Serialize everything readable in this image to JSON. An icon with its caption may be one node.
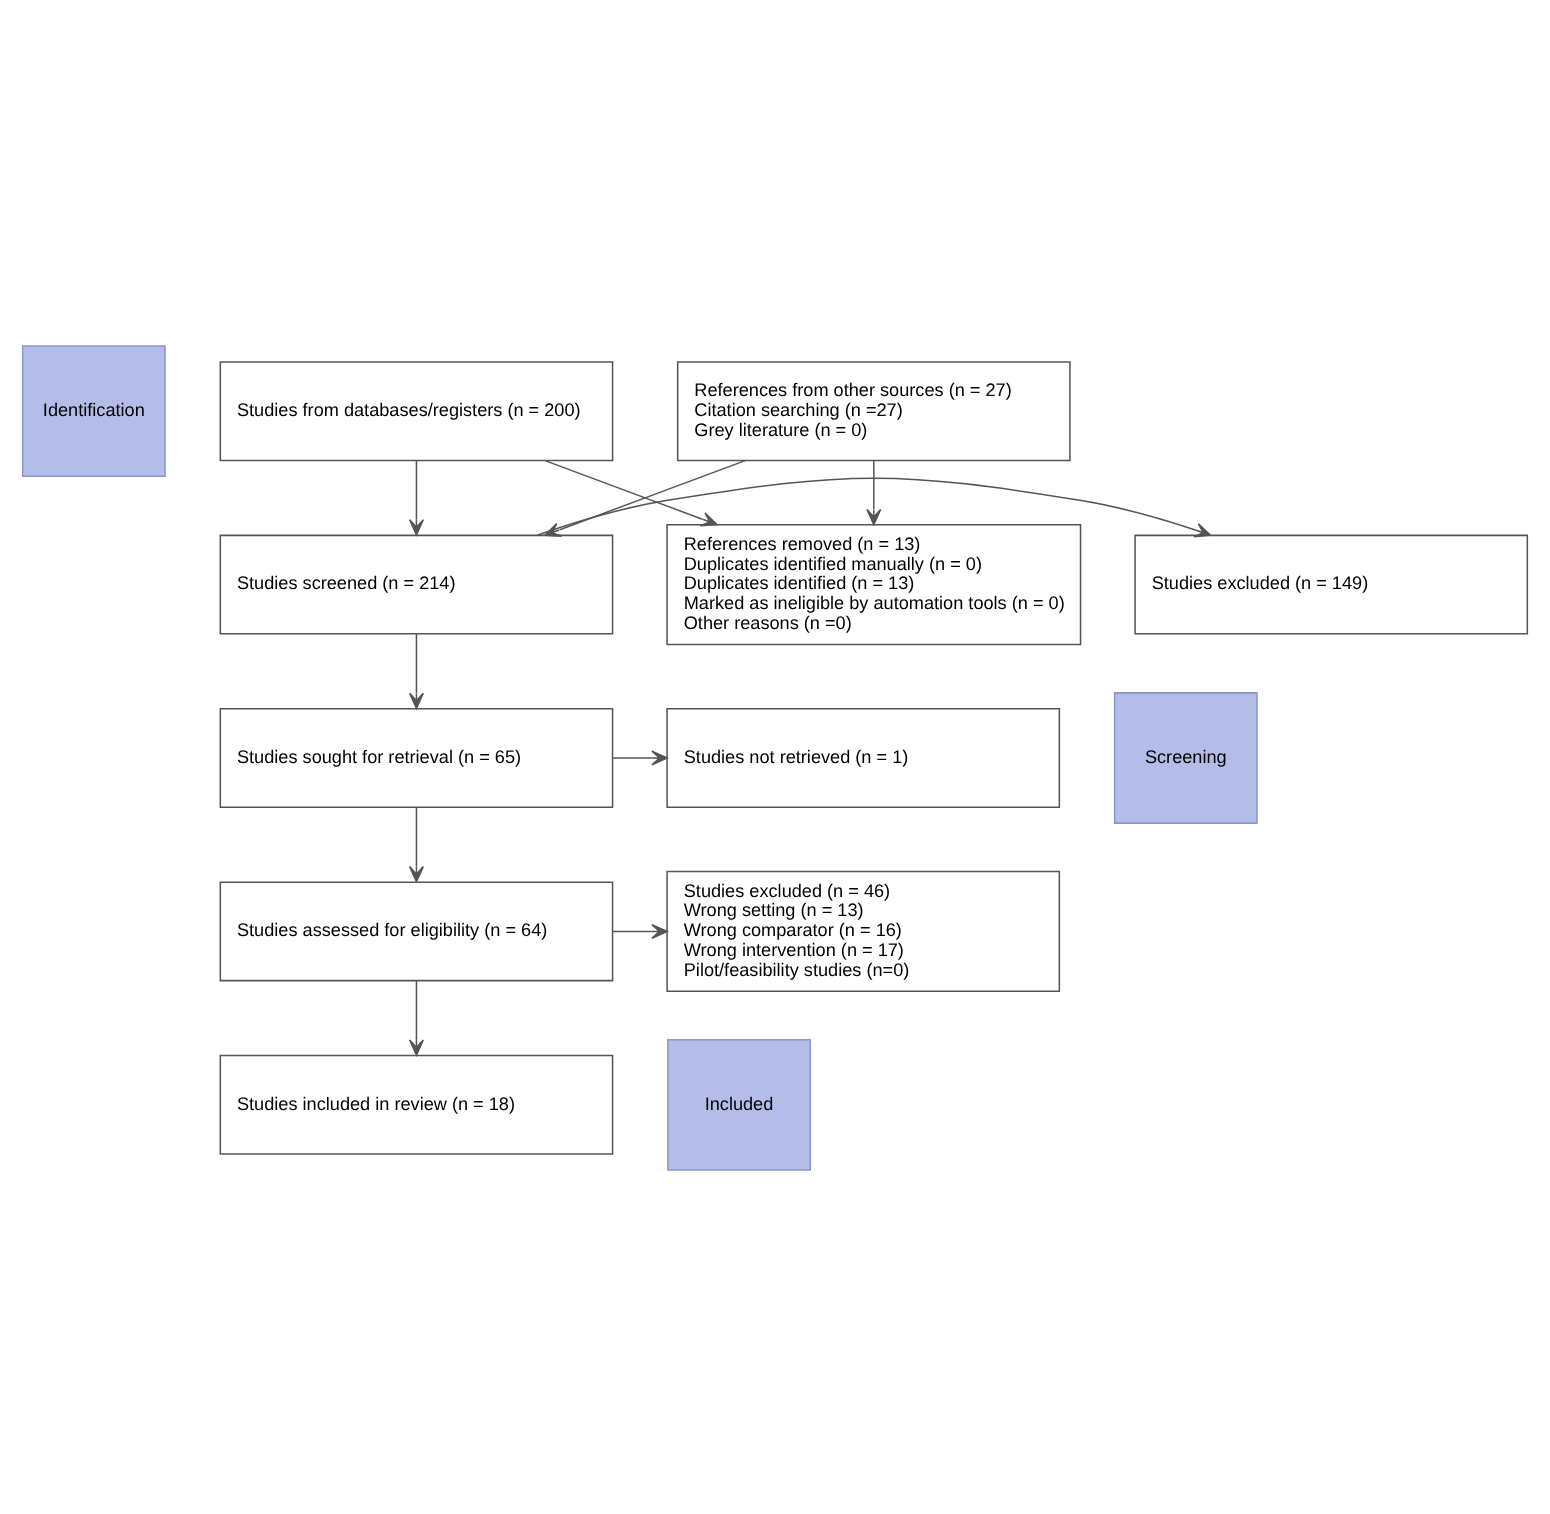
{
  "diagram": {
    "nodes": [
      {
        "text": [
          "Identification"
        ]
      },
      {
        "text": [
          "Studies from databases/registers (n = 200)"
        ]
      },
      {
        "text": [
          "References from other sources (n = 27)",
          "Citation searching (n =27)",
          "Grey literature (n = 0)"
        ]
      },
      {
        "text": [
          "References removed (n = 13)",
          "Duplicates identified manually (n = 0)",
          "Duplicates identified (n = 13)",
          "Marked as ineligible by automation tools (n = 0)",
          "Other reasons (n =0)"
        ]
      },
      {
        "text": [
          "Screening"
        ]
      },
      {
        "text": [
          "Studies screened (n = 214)"
        ]
      },
      {
        "text": [
          "Studies excluded (n = 149)"
        ]
      },
      {
        "text": [
          "Studies sought for retrieval (n = 65)"
        ]
      },
      {
        "text": [
          "Studies not retrieved (n = 1)"
        ]
      },
      {
        "text": [
          "Studies assessed for eligibility (n = 64)"
        ]
      },
      {
        "text": [
          "Studies excluded (n = 46)",
          "Wrong setting (n = 13)",
          "Wrong comparator (n = 16)",
          "Wrong intervention (n = 17)",
          "Pilot/feasibility studies (n=0)"
        ]
      },
      {
        "text": [
          "Included"
        ]
      },
      {
        "text": [
          "Studies included in review (n = 18)"
        ]
      }
    ],
    "edges": [
      {
        "from": 1,
        "to": 3,
        "arrow": "to"
      },
      {
        "from": 2,
        "to": 3,
        "arrow": "to"
      },
      {
        "from": 1,
        "to": 5,
        "arrow": "to"
      },
      {
        "from": 2,
        "to": 5,
        "arrow": "to"
      },
      {
        "from": 5,
        "to": 6,
        "arrow": "to"
      },
      {
        "from": 5,
        "to": 7,
        "arrow": "to"
      },
      {
        "from": 7,
        "to": 8,
        "arrow": "to"
      },
      {
        "from": 7,
        "to": 9,
        "arrow": "to"
      },
      {
        "from": 9,
        "to": 10,
        "arrow": "to"
      },
      {
        "from": 9,
        "to": 12,
        "arrow": "to"
      }
    ]
  }
}
